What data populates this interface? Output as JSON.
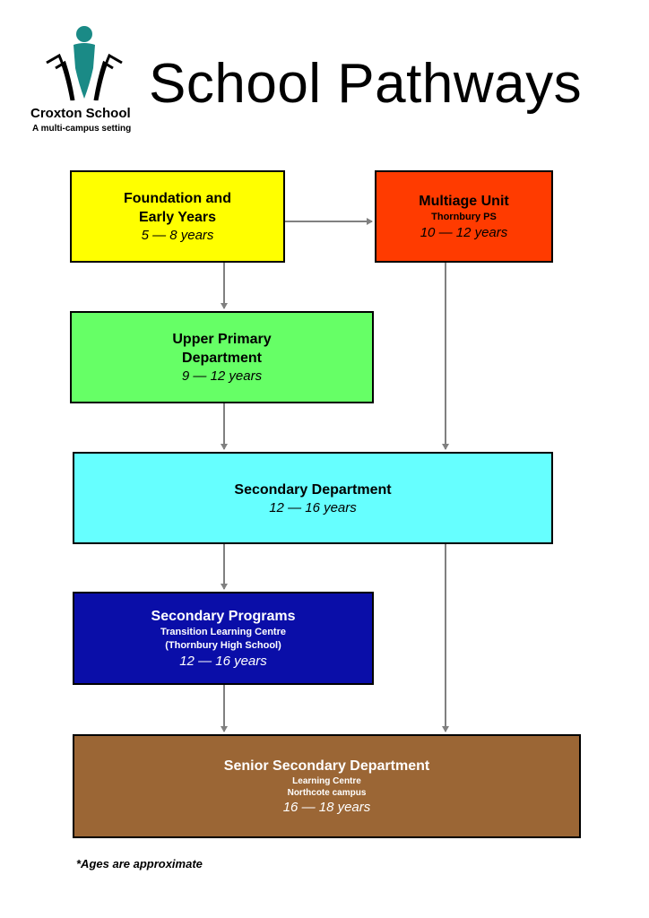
{
  "header": {
    "title": "School Pathways",
    "school_name": "Croxton School",
    "school_tagline": "A multi-campus setting",
    "logo_color": "#1a8a86"
  },
  "boxes": {
    "foundation": {
      "title_line1": "Foundation and",
      "title_line2": "Early Years",
      "age": "5 — 8 years",
      "color": "#ffff00"
    },
    "multiage": {
      "title": "Multiage Unit",
      "subtitle": "Thornbury PS",
      "age": "10 — 12 years",
      "color": "#ff3b00"
    },
    "upper_primary": {
      "title_line1": "Upper Primary",
      "title_line2": "Department",
      "age": "9 — 12 years",
      "color": "#66ff66"
    },
    "secondary": {
      "title": "Secondary Department",
      "age": "12 — 16 years",
      "color": "#66ffff"
    },
    "secondary_programs": {
      "title": "Secondary Programs",
      "subtitle_line1": "Transition Learning Centre",
      "subtitle_line2": "(Thornbury High School)",
      "age": "12 — 16 years",
      "color": "#0a0ea8"
    },
    "senior_secondary": {
      "title": "Senior Secondary Department",
      "subtitle_line1": "Learning Centre",
      "subtitle_line2": "Northcote campus",
      "age": "16 — 18 years",
      "color": "#9b6635"
    }
  },
  "connector_color": "#808080",
  "footnote": "*Ages are approximate"
}
